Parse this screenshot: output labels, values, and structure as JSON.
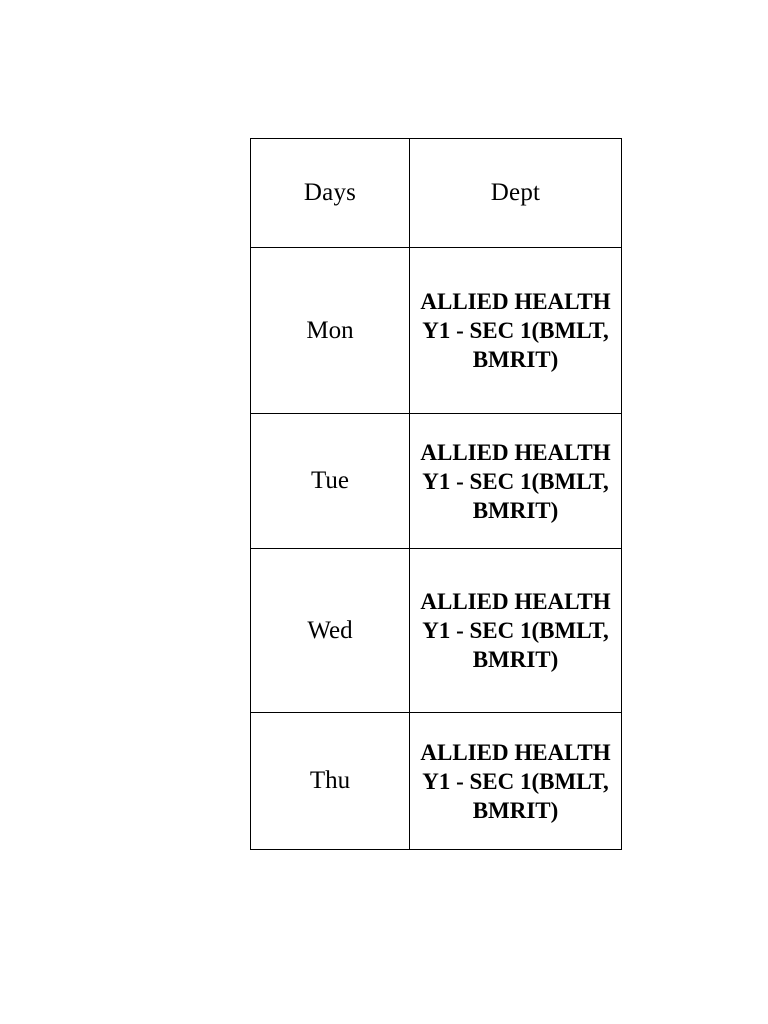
{
  "table": {
    "headers": {
      "days": "Days",
      "dept": "Dept"
    },
    "rows": [
      {
        "day": "Mon",
        "dept": "ALLIED HEALTH Y1 - SEC 1(BMLT, BMRIT)"
      },
      {
        "day": "Tue",
        "dept": "ALLIED HEALTH Y1 - SEC 1(BMLT, BMRIT)"
      },
      {
        "day": "Wed",
        "dept": "ALLIED HEALTH Y1 - SEC 1(BMLT, BMRIT)"
      },
      {
        "day": "Thu",
        "dept": "ALLIED HEALTH Y1 - SEC 1(BMLT, BMRIT)"
      }
    ]
  },
  "colors": {
    "background": "#ffffff",
    "border": "#000000",
    "text": "#000000"
  }
}
